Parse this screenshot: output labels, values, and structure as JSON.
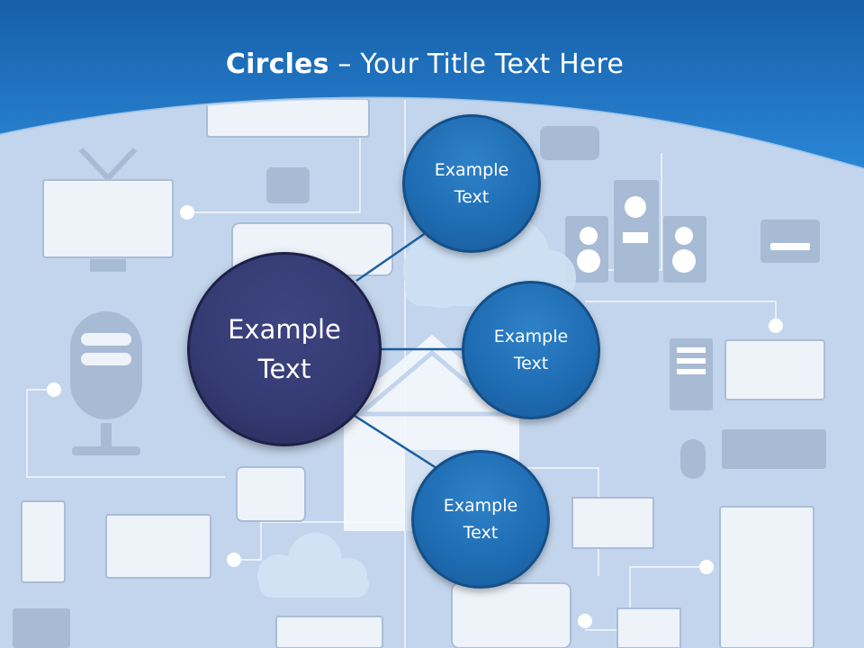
{
  "title": {
    "bold": "Circles",
    "rest": " – Your Title Text Here"
  },
  "center_node": {
    "line1": "Example",
    "line2": "Text"
  },
  "satellites": [
    {
      "line1": "Example",
      "line2": "Text"
    },
    {
      "line1": "Example",
      "line2": "Text"
    },
    {
      "line1": "Example",
      "line2": "Text"
    }
  ],
  "colors": {
    "header_blue": "#1f6fbd",
    "background": "#c5d6ec",
    "center_fill": "#343a72",
    "satellite_fill": "#1f6db4",
    "connector": "#1b5fa0"
  }
}
